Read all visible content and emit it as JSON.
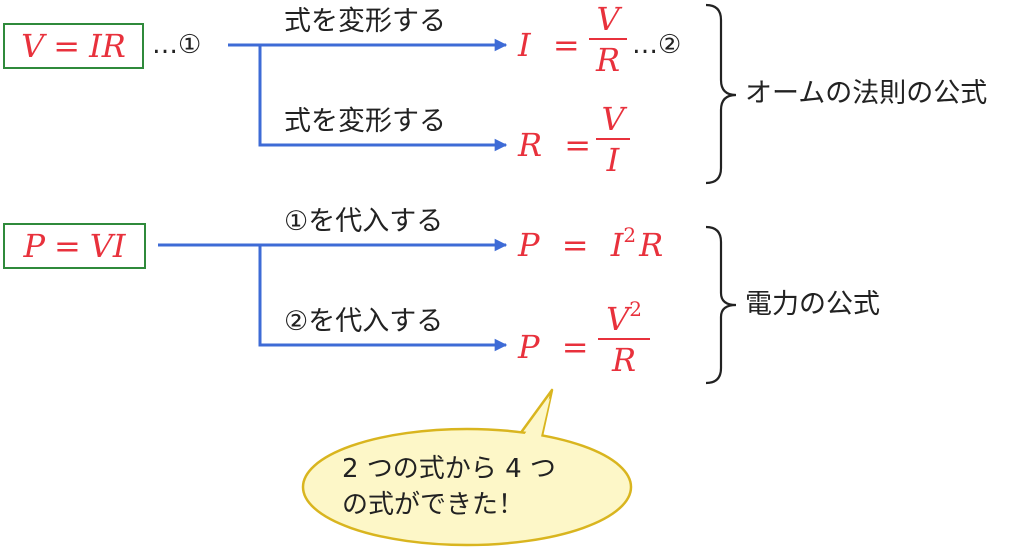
{
  "colors": {
    "formula": "#e8313c",
    "arrow": "#3e6bd6",
    "box_border": "#2f8a3b",
    "bubble_fill": "#fdf7c8",
    "bubble_stroke": "#d9b51f",
    "text": "#222222"
  },
  "section1": {
    "source": {
      "lhs": "V",
      "op": "=",
      "rhs": "IR"
    },
    "source_mark": "…①",
    "branch1": {
      "label": "式を変形する",
      "lhs": "I",
      "op": "=",
      "numerator": "V",
      "denominator": "R",
      "mark": "…②"
    },
    "branch2": {
      "label": "式を変形する",
      "lhs": "R",
      "op": "=",
      "numerator": "V",
      "denominator": "I"
    },
    "brace_label": "オームの法則の公式"
  },
  "section2": {
    "source": {
      "lhs": "P",
      "op": "=",
      "rhs": "VI"
    },
    "branch1": {
      "label": "①を代入する",
      "lhs": "P",
      "op": "=",
      "rhs_base": "I",
      "rhs_sup": "2",
      "rhs_tail": "R"
    },
    "branch2": {
      "label": "②を代入する",
      "lhs": "P",
      "op": "=",
      "num_base": "V",
      "num_sup": "2",
      "denominator": "R"
    },
    "brace_label": "電力の公式"
  },
  "bubble": {
    "line1": "2 つの式から 4 つ",
    "line2": "の式ができた！"
  }
}
